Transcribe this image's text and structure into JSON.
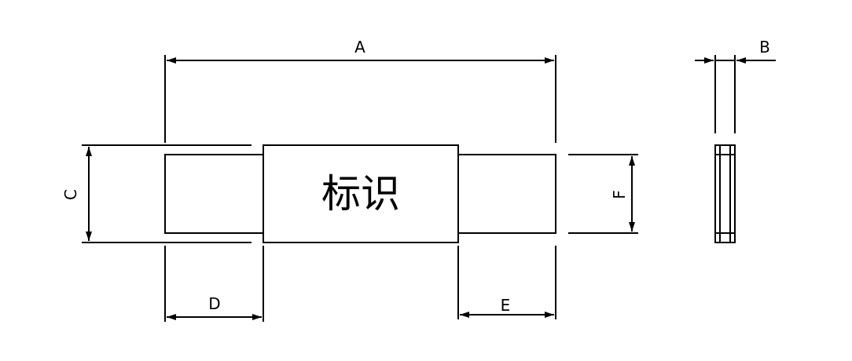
{
  "dimensions": {
    "a": "A",
    "b": "B",
    "c": "C",
    "d": "D",
    "e": "E",
    "f": "F"
  },
  "marker_text": "标识"
}
